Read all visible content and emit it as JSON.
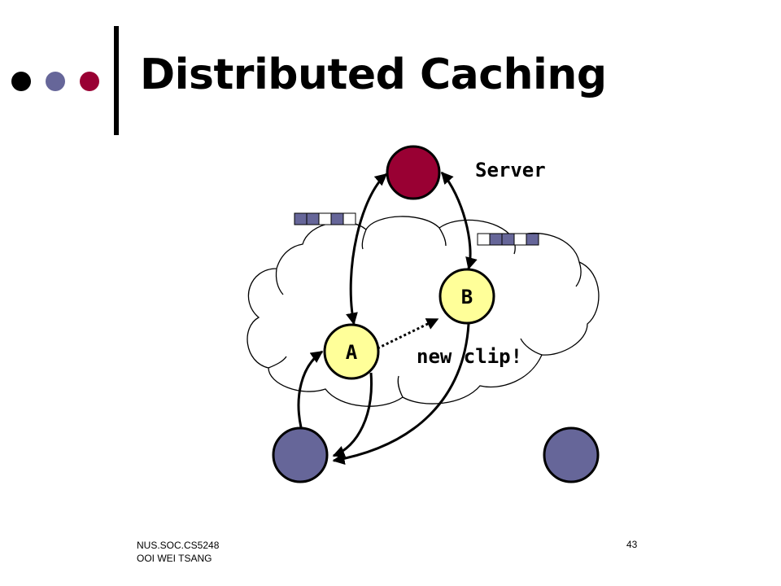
{
  "slide": {
    "title": "Distributed Caching",
    "page_number": "43",
    "footer_line1": "NUS.SOC.CS5248",
    "footer_line2": "OOI WEI TSANG"
  },
  "diagram": {
    "server_label": "Server",
    "node_a_label": "A",
    "node_b_label": "B",
    "annotation": "new clip!",
    "cache_a": [
      true,
      true,
      false,
      true,
      false
    ],
    "cache_b": [
      false,
      true,
      true,
      false,
      true
    ]
  },
  "colors": {
    "server": "#990033",
    "client": "#666699",
    "proxy": "#ffff99",
    "dot_black": "#000000",
    "dot_purple": "#666699",
    "dot_red": "#990033"
  }
}
